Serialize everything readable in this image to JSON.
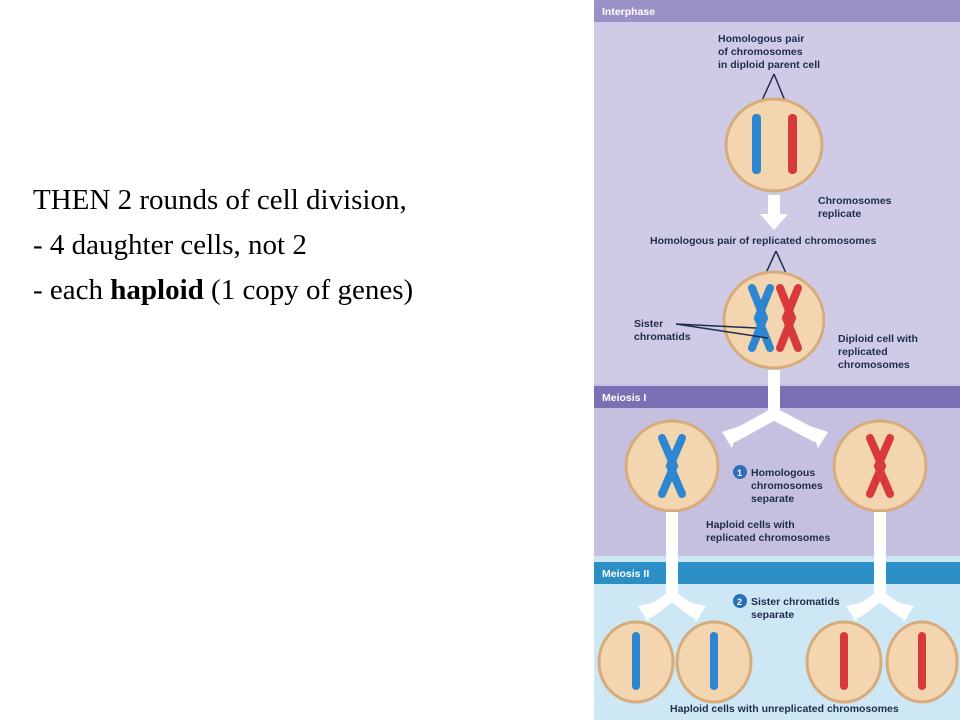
{
  "text": {
    "line1": "THEN  2 rounds of cell division,",
    "line2": "- 4 daughter cells, not 2",
    "line3_prefix": "- each ",
    "line3_bold": "haploid",
    "line3_suffix": " (1 copy of genes)"
  },
  "diagram": {
    "sections": {
      "interphase": "Interphase",
      "meiosis1": "Meiosis I",
      "meiosis2": "Meiosis II"
    },
    "labels": {
      "homologous_pair_1": "Homologous pair",
      "homologous_pair_2": "of chromosomes",
      "homologous_pair_3": "in diploid parent cell",
      "replicate_1": "Chromosomes",
      "replicate_2": "replicate",
      "homologous_replicated": "Homologous pair of replicated chromosomes",
      "sister_1": "Sister",
      "sister_2": "chromatids",
      "diploid_1": "Diploid cell with",
      "diploid_2": "replicated",
      "diploid_3": "chromosomes",
      "step1_num": "1",
      "step1_1": "Homologous",
      "step1_2": "chromosomes",
      "step1_3": "separate",
      "haploid_rep_1": "Haploid cells with",
      "haploid_rep_2": "replicated chromosomes",
      "step2_num": "2",
      "step2_1": "Sister chromatids",
      "step2_2": "separate",
      "haploid_unrep": "Haploid cells with unreplicated chromosomes"
    },
    "colors": {
      "interphase_bg": "#cfcbe6",
      "meiosis1_bg": "#c5c0e0",
      "meiosis2_bg": "#cde8f4",
      "interphase_bar": "#9b91c8",
      "meiosis1_bar": "#7c6fb4",
      "meiosis2_bar": "#2b8fc6",
      "cell_fill": "#f3d5b0",
      "cell_stroke": "#d7ac7c",
      "blue_chromosome": "#2e86d0",
      "red_chromosome": "#d83a3a",
      "arrow": "#ffffff",
      "step_badge": "#2b6fb8"
    }
  }
}
